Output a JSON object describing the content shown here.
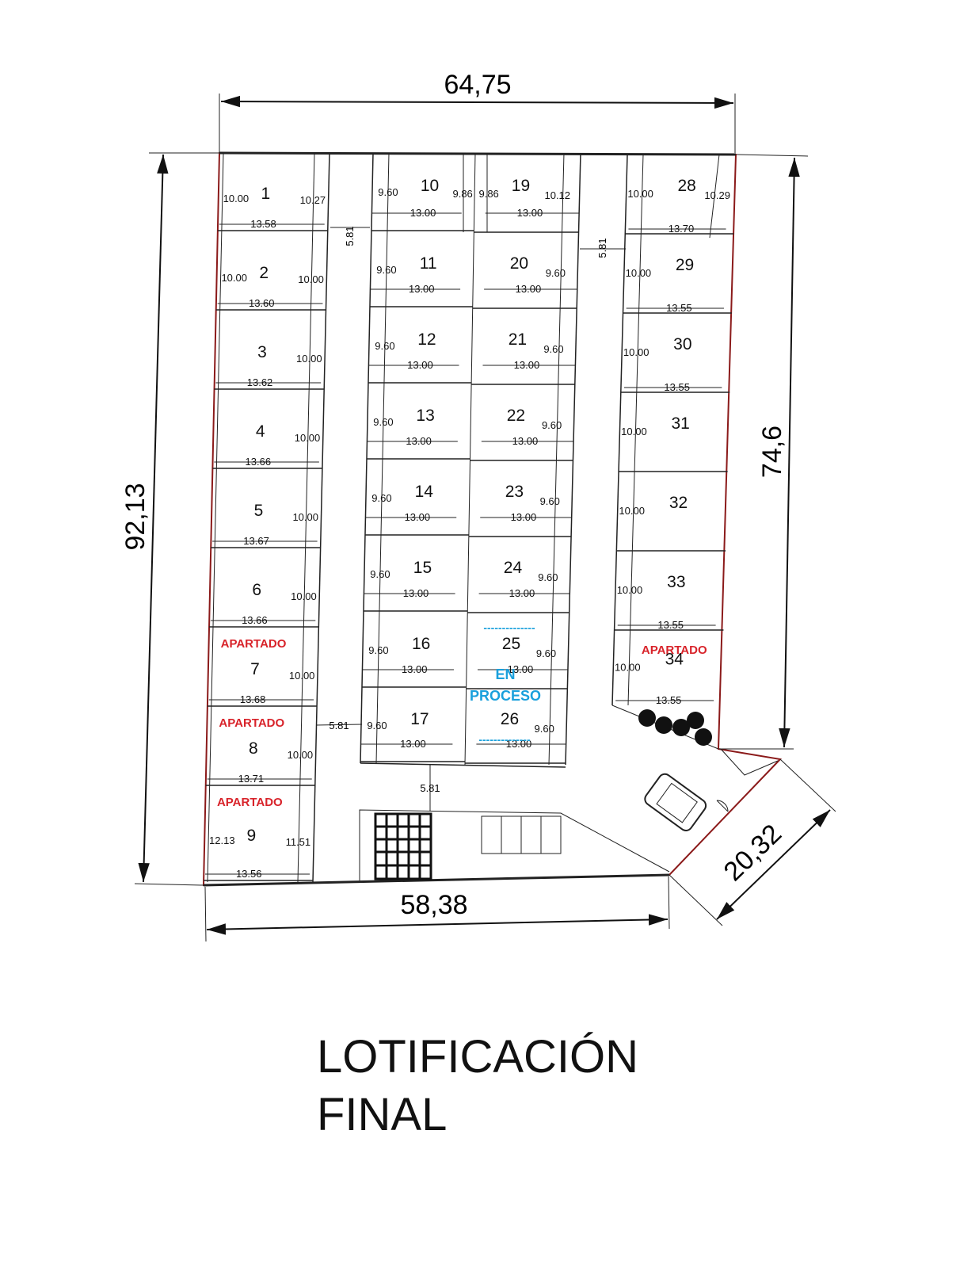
{
  "title": {
    "line1": "LOTIFICACIÓN",
    "line2": "FINAL"
  },
  "dimensions": {
    "top": "64,75",
    "left": "92,13",
    "right": "74,6",
    "bottom": "58,38",
    "diagonal": "20,32"
  },
  "lots": {
    "left": [
      {
        "n": "1",
        "dl": "10.00",
        "dr": "10.27",
        "w": "13.58",
        "status": ""
      },
      {
        "n": "2",
        "dl": "10.00",
        "dr": "10.00",
        "w": "13.60",
        "status": ""
      },
      {
        "n": "3",
        "dl": "",
        "dr": "10.00",
        "w": "13.62",
        "status": ""
      },
      {
        "n": "4",
        "dl": "",
        "dr": "10.00",
        "w": "13.66",
        "status": ""
      },
      {
        "n": "5",
        "dl": "",
        "dr": "10.00",
        "w": "13.67",
        "status": ""
      },
      {
        "n": "6",
        "dl": "",
        "dr": "10.00",
        "w": "13.66",
        "status": ""
      },
      {
        "n": "7",
        "dl": "",
        "dr": "10.00",
        "w": "13.68",
        "status": "APARTADO"
      },
      {
        "n": "8",
        "dl": "",
        "dr": "10.00",
        "w": "13.71",
        "status": "APARTADO"
      },
      {
        "n": "9",
        "dl": "12.13",
        "dr": "11.51",
        "w": "13.56",
        "status": "APARTADO"
      }
    ],
    "center_left": [
      {
        "n": "10",
        "d": "9.60",
        "dr": "9.86",
        "w": "13.00"
      },
      {
        "n": "11",
        "d": "9.60",
        "w": "13.00"
      },
      {
        "n": "12",
        "d": "9.60",
        "w": "13.00"
      },
      {
        "n": "13",
        "d": "9.60",
        "w": "13.00"
      },
      {
        "n": "14",
        "d": "9.60",
        "w": "13.00"
      },
      {
        "n": "15",
        "d": "9.60",
        "w": "13.00"
      },
      {
        "n": "16",
        "d": "9.60",
        "w": "13.00"
      },
      {
        "n": "17",
        "d": "9.60",
        "w": "13.00"
      }
    ],
    "center_right": [
      {
        "n": "19",
        "dl": "9.86",
        "d": "10.12",
        "w": "13.00"
      },
      {
        "n": "20",
        "d": "9.60",
        "w": "13.00"
      },
      {
        "n": "21",
        "d": "9.60",
        "w": "13.00"
      },
      {
        "n": "22",
        "d": "9.60",
        "w": "13.00"
      },
      {
        "n": "23",
        "d": "9.60",
        "w": "13.00"
      },
      {
        "n": "24",
        "d": "9.60",
        "w": "13.00"
      },
      {
        "n": "25",
        "d": "9.60",
        "w": "13.00"
      },
      {
        "n": "26",
        "d": "9.60",
        "w": "13.00"
      }
    ],
    "right": [
      {
        "n": "28",
        "dl": "10.00",
        "dr": "10.29",
        "w": "13.70",
        "status": ""
      },
      {
        "n": "29",
        "dl": "10.00",
        "w": "13.55",
        "status": ""
      },
      {
        "n": "30",
        "dl": "10.00",
        "w": "13.55",
        "status": ""
      },
      {
        "n": "31",
        "dl": "10.00",
        "w": "",
        "status": ""
      },
      {
        "n": "32",
        "dl": "10.00",
        "w": "",
        "status": ""
      },
      {
        "n": "33",
        "dl": "10.00",
        "w": "13.55",
        "status": ""
      },
      {
        "n": "34",
        "dl": "10.00",
        "w": "13.55",
        "status": "APARTADO"
      }
    ]
  },
  "process": {
    "line1": "EN",
    "line2": "PROCESO",
    "dashes": "--------------"
  },
  "streets": {
    "left_width": "5.81",
    "right_width": "5.81",
    "bottom_width": "5.81",
    "cross_width": "5.81"
  },
  "colors": {
    "reserved": "#d8232a",
    "process": "#1aa0dc",
    "line": "#222222",
    "boundary": "#8b1a1a"
  }
}
